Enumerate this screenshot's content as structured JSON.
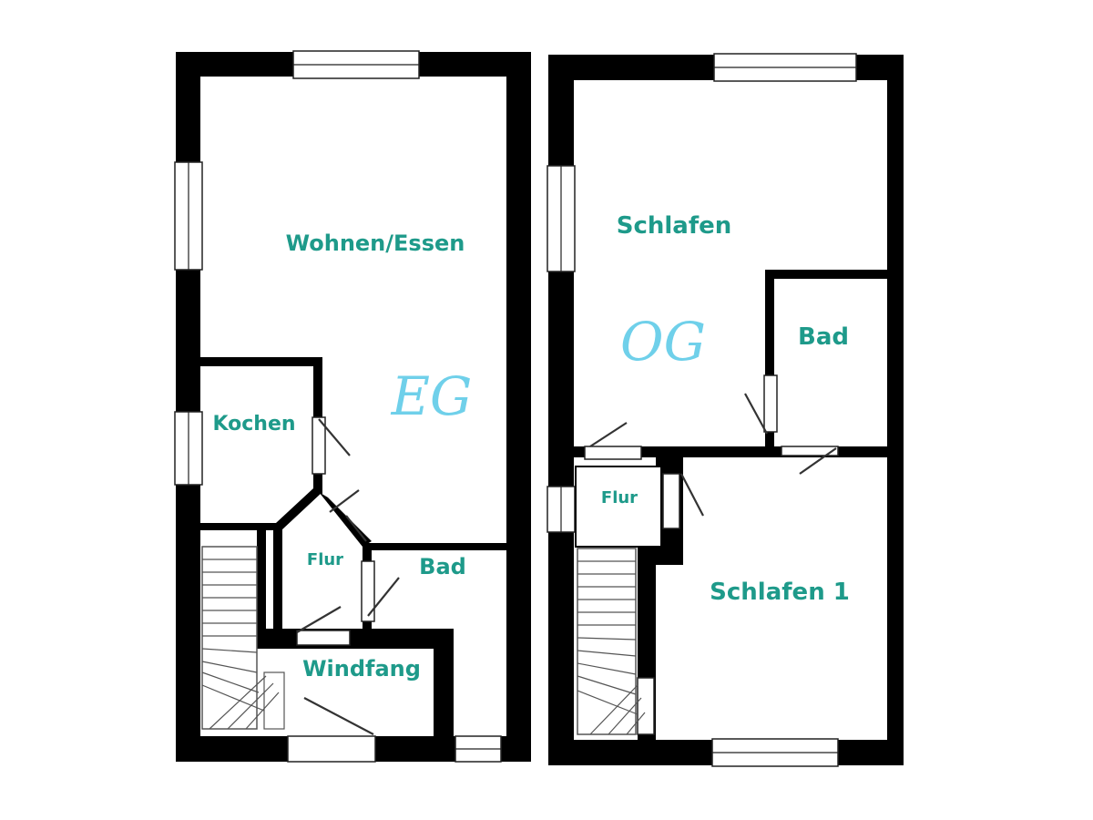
{
  "floors": [
    {
      "id": "eg",
      "label": "EG",
      "rooms": [
        {
          "id": "wohnen",
          "name": "Wohnen/Essen"
        },
        {
          "id": "kochen",
          "name": "Kochen"
        },
        {
          "id": "flur",
          "name": "Flur"
        },
        {
          "id": "bad",
          "name": "Bad"
        },
        {
          "id": "windfang",
          "name": "Windfang"
        }
      ]
    },
    {
      "id": "og",
      "label": "OG",
      "rooms": [
        {
          "id": "schlafen",
          "name": "Schlafen"
        },
        {
          "id": "bad",
          "name": "Bad"
        },
        {
          "id": "flur",
          "name": "Flur"
        },
        {
          "id": "schlafen1",
          "name": "Schlafen 1"
        }
      ]
    }
  ],
  "colors": {
    "wall": "#000000",
    "room_label": "#1e9a8a",
    "floor_label": "#6fd0ea"
  }
}
